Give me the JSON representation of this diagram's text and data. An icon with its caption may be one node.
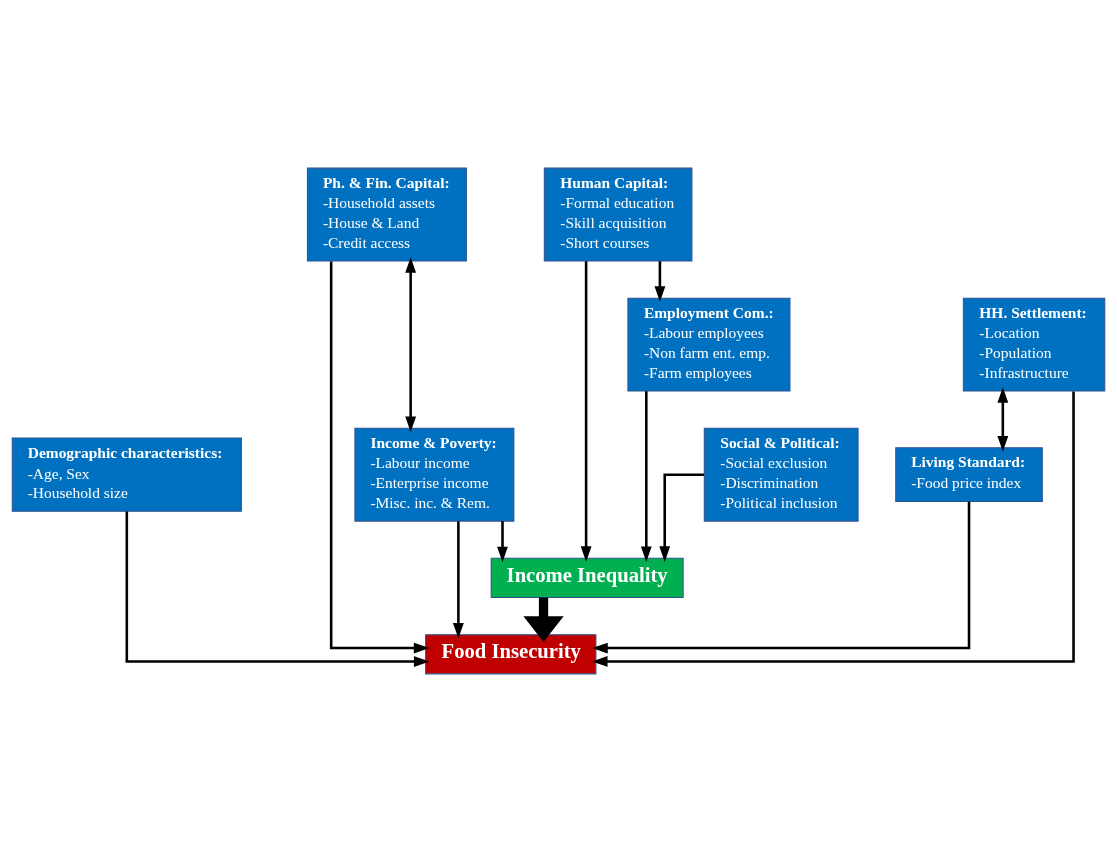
{
  "diagram": {
    "nodes": [
      {
        "text": [
          "Social & Political:",
          "-Social exclusion",
          "-Discrimination",
          "-Political inclusion"
        ]
      },
      {
        "text": [
          "Human Capital:",
          "-Formal education",
          "-Skill acquisition",
          "-Short courses"
        ]
      },
      {
        "text": [
          "Demographic characteristics:",
          "-Age, Sex",
          "-Household size"
        ]
      },
      {
        "text": [
          "Ph. & Fin. Capital:",
          "-Household assets",
          "-House & Land",
          "-Credit access"
        ]
      },
      {
        "text": [
          "Employment Com.:",
          "-Labour employees",
          "-Non farm ent. emp.",
          "-Farm employees"
        ]
      },
      {
        "text": [
          "HH. Settlement:",
          "-Location",
          "-Population",
          "-Infrastructure"
        ]
      },
      {
        "text": [
          "Income & Poverty:",
          "-Labour income",
          "-Enterprise income",
          "-Misc. inc. & Rem."
        ]
      },
      {
        "text": [
          "Income Inequality"
        ]
      },
      {
        "text": [
          "Living Standard:",
          "-Food price index"
        ]
      },
      {
        "text": [
          "Food Insecurity"
        ]
      }
    ],
    "edges": [
      {
        "from": 0,
        "to": 7,
        "arrow": "to"
      },
      {
        "from": 1,
        "to": 7,
        "arrow": "to"
      },
      {
        "from": 1,
        "to": 4,
        "arrow": "to"
      },
      {
        "from": 4,
        "to": 7,
        "arrow": "to"
      },
      {
        "from": 6,
        "to": 7,
        "arrow": "to"
      },
      {
        "from": 3,
        "to": 6,
        "arrow": "both"
      },
      {
        "from": 6,
        "to": 9,
        "arrow": "to"
      },
      {
        "from": 7,
        "to": 9,
        "arrow": "to",
        "style": "thick"
      },
      {
        "from": 2,
        "to": 9,
        "arrow": "to"
      },
      {
        "from": 3,
        "to": 9,
        "arrow": "to"
      },
      {
        "from": 5,
        "to": 9,
        "arrow": "to"
      },
      {
        "from": 5,
        "to": 8,
        "arrow": "both"
      },
      {
        "from": 8,
        "to": 9,
        "arrow": "to"
      }
    ]
  }
}
